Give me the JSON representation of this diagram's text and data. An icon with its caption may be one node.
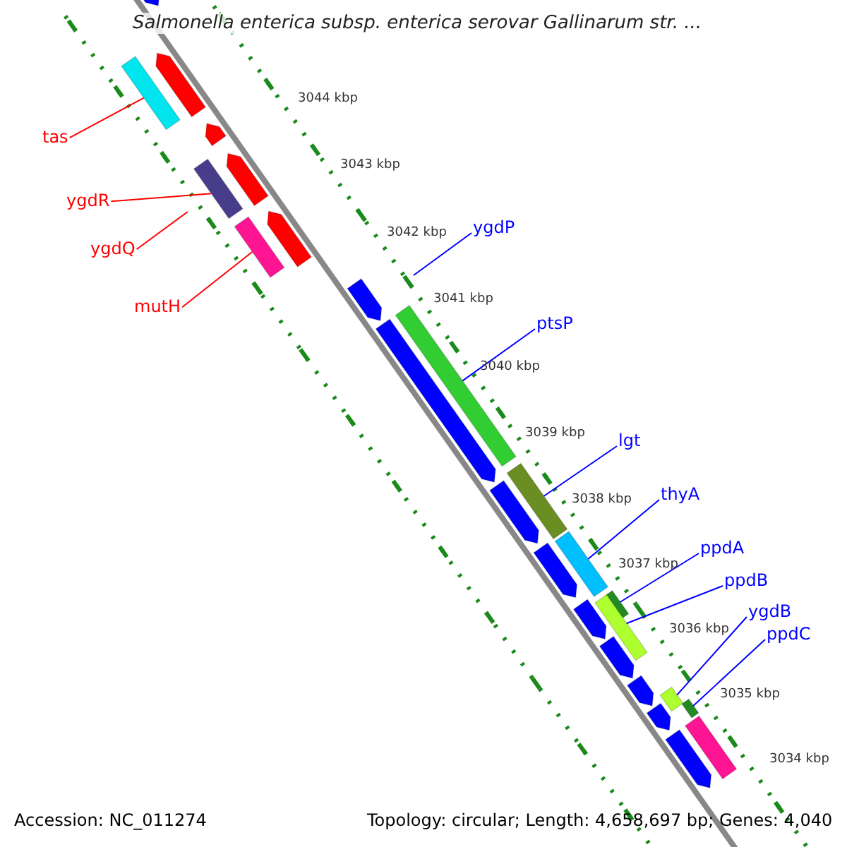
{
  "diagram": {
    "title": "Salmonella enterica subsp. enterica serovar Gallinarum str. ...",
    "nodes": [
      {
        "text": [
          "tas"
        ]
      },
      {
        "text": [
          "ygdR"
        ]
      },
      {
        "text": [
          "ygdQ"
        ]
      },
      {
        "text": [
          "mutH"
        ]
      },
      {
        "text": [
          "ygdP"
        ]
      },
      {
        "text": [
          "ptsP"
        ]
      },
      {
        "text": [
          "lgt"
        ]
      },
      {
        "text": [
          "thyA"
        ]
      },
      {
        "text": [
          "ppdA"
        ]
      },
      {
        "text": [
          "ppdB"
        ]
      },
      {
        "text": [
          "ygdB"
        ]
      },
      {
        "text": [
          "ppdC"
        ]
      },
      {
        "text": [],
        "shape": "bar"
      },
      {
        "text": [],
        "shape": "bar"
      },
      {
        "text": [],
        "shape": "bar"
      },
      {
        "text": [],
        "shape": "bar"
      },
      {
        "text": [],
        "shape": "bar"
      },
      {
        "text": [],
        "shape": "bar"
      },
      {
        "text": [],
        "shape": "bar"
      },
      {
        "text": [],
        "shape": "bar"
      },
      {
        "text": [],
        "shape": "bar"
      },
      {
        "text": [],
        "shape": "bar"
      },
      {
        "text": [],
        "shape": "arrow"
      },
      {
        "text": [],
        "shape": "arrow"
      },
      {
        "text": [],
        "shape": "arrow"
      },
      {
        "text": [],
        "shape": "arrow"
      },
      {
        "text": [],
        "shape": "arrow"
      },
      {
        "text": [],
        "shape": "arrow"
      },
      {
        "text": [],
        "shape": "arrow"
      },
      {
        "text": [],
        "shape": "arrow"
      },
      {
        "text": [],
        "shape": "arrow"
      },
      {
        "text": [],
        "shape": "arrow"
      },
      {
        "text": [],
        "shape": "arrow"
      },
      {
        "text": [],
        "shape": "arrow"
      },
      {
        "text": [],
        "shape": "arrow"
      },
      {
        "text": [],
        "shape": "arrow"
      },
      {
        "text": [],
        "shape": "bar"
      }
    ],
    "edges": [
      {
        "from": 0,
        "to": 12,
        "arrow": "none",
        "color": "#ff0000"
      },
      {
        "from": 1,
        "to": 13,
        "arrow": "none",
        "color": "#ff0000"
      },
      {
        "from": 2,
        "to": null,
        "arrow": "none",
        "color": "#ff0000"
      },
      {
        "from": 3,
        "to": 14,
        "arrow": "none",
        "color": "#ff0000"
      },
      {
        "from": 4,
        "to": null,
        "arrow": "none"
      },
      {
        "from": 5,
        "to": 15,
        "arrow": "none"
      },
      {
        "from": 6,
        "to": 16,
        "arrow": "none"
      },
      {
        "from": 7,
        "to": 17,
        "arrow": "none"
      },
      {
        "from": 8,
        "to": 18,
        "arrow": "none"
      },
      {
        "from": 9,
        "to": 19,
        "arrow": "none"
      },
      {
        "from": 10,
        "to": 20,
        "arrow": "none"
      },
      {
        "from": 11,
        "to": 21,
        "arrow": "none"
      }
    ],
    "labels": [
      "3044 kbp",
      "3043 kbp",
      "3042 kbp",
      "3041 kbp",
      "3040 kbp",
      "3039 kbp",
      "3038 kbp",
      "3037 kbp",
      "3036 kbp",
      "3035 kbp",
      "3034 kbp",
      "Accession: NC_011274",
      "Topology: circular; Length: 4,658,697 bp; Genes: 4,040"
    ]
  }
}
